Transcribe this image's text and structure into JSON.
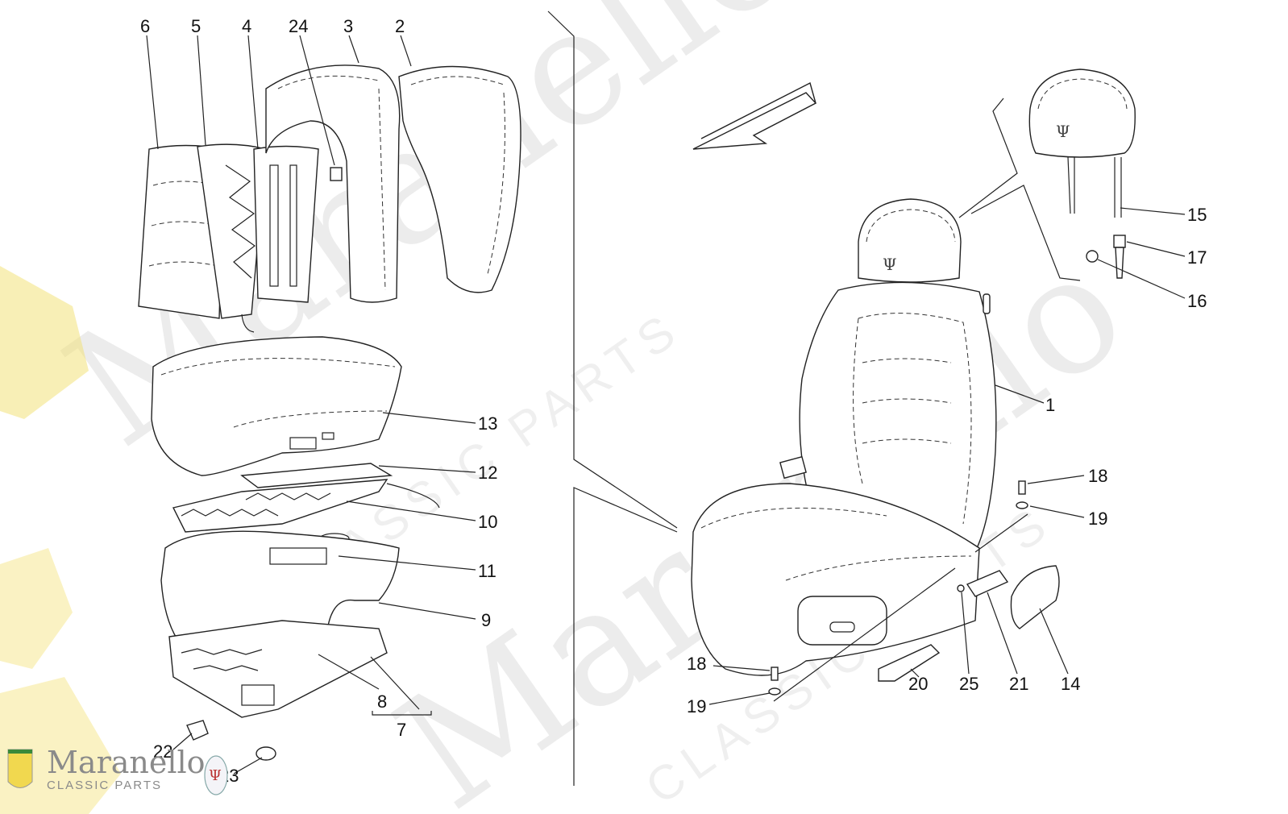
{
  "watermark": {
    "main": "Maranello",
    "sub": "CLASSIC PARTS"
  },
  "brand": {
    "name": "Maranello",
    "tagline": "CLASSIC PARTS",
    "ferrari_logo_icon": "ferrari-shield-icon",
    "maserati_logo_icon": "maserati-trident-icon"
  },
  "callouts": {
    "n1": "1",
    "n2": "2",
    "n3": "3",
    "n4": "4",
    "n5": "5",
    "n6": "6",
    "n7": "7",
    "n8": "8",
    "n9": "9",
    "n10": "10",
    "n11": "11",
    "n12": "12",
    "n13": "13",
    "n14": "14",
    "n15": "15",
    "n16": "16",
    "n17": "17",
    "n18a": "18",
    "n18b": "18",
    "n19a": "19",
    "n19b": "19",
    "n20": "20",
    "n21": "21",
    "n22": "22",
    "n23": "23",
    "n24": "24",
    "n25": "25"
  },
  "colors": {
    "line": "#222222",
    "watermark": "#d6d6d6",
    "ferrari_yellow": "#f3e27a"
  }
}
